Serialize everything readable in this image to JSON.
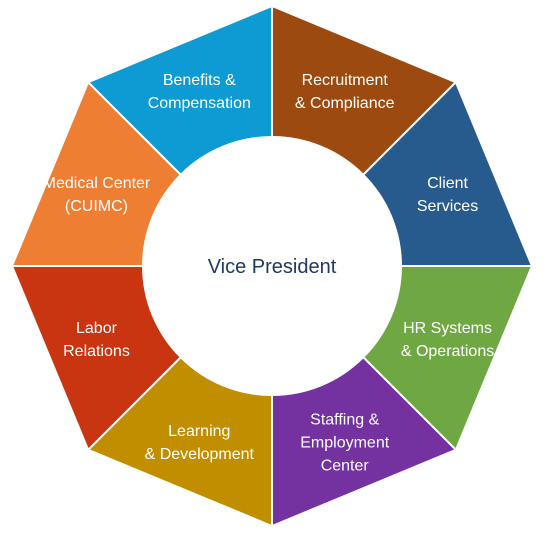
{
  "center": {
    "label": "Vice President",
    "text_color": "#1f3864",
    "fill": "#ffffff"
  },
  "segments": [
    {
      "id": "recruitment-compliance",
      "lines": [
        "Recruitment",
        "& Compliance"
      ],
      "color": "#9c4a0f"
    },
    {
      "id": "client-services",
      "lines": [
        "Client",
        "Services"
      ],
      "color": "#275b8e"
    },
    {
      "id": "hr-systems-operations",
      "lines": [
        "HR Systems",
        "& Operations"
      ],
      "color": "#6fa843"
    },
    {
      "id": "staffing-employment-center",
      "lines": [
        "Staffing &",
        "Employment",
        "Center"
      ],
      "color": "#7431a0"
    },
    {
      "id": "learning-development",
      "lines": [
        "Learning",
        "& Development"
      ],
      "color": "#c18e00"
    },
    {
      "id": "labor-relations",
      "lines": [
        "Labor",
        "Relations"
      ],
      "color": "#c93411"
    },
    {
      "id": "medical-center",
      "lines": [
        "Medical Center",
        "(CUIMC)"
      ],
      "color": "#ee7e32"
    },
    {
      "id": "benefits-compensation",
      "lines": [
        "Benefits &",
        "Compensation"
      ],
      "color": "#0e9ad3"
    }
  ]
}
